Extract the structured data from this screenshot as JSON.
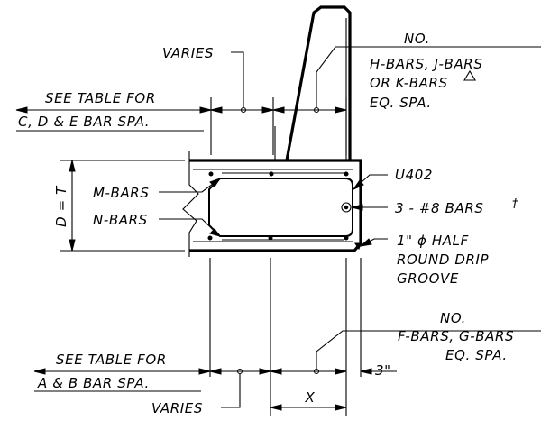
{
  "labels": {
    "varies_top": "VARIES",
    "no_top": "NO.",
    "h_bars_line1": "H-BARS, J-BARS",
    "h_bars_line2": "OR K-BARS",
    "h_bars_line3": "EQ. SPA.",
    "see_table_top_1": "SEE TABLE FOR",
    "see_table_top_2": "C, D & E BAR SPA.",
    "d_equals_t": "D = T",
    "m_bars": "M-BARS",
    "n_bars": "N-BARS",
    "u402": "U402",
    "bars_8": "3 - #8 BARS",
    "dagger": "†",
    "drip_1": "1\" ϕ HALF",
    "drip_2": "ROUND DRIP",
    "drip_3": "GROOVE",
    "no_bottom": "NO.",
    "f_bars_line1": "F-BARS, G-BARS",
    "f_bars_line2": "EQ. SPA.",
    "see_table_bottom_1": "SEE TABLE FOR",
    "see_table_bottom_2": "A & B BAR SPA.",
    "three_inch": "3\"",
    "x": "X",
    "varies_bottom": "VARIES"
  }
}
